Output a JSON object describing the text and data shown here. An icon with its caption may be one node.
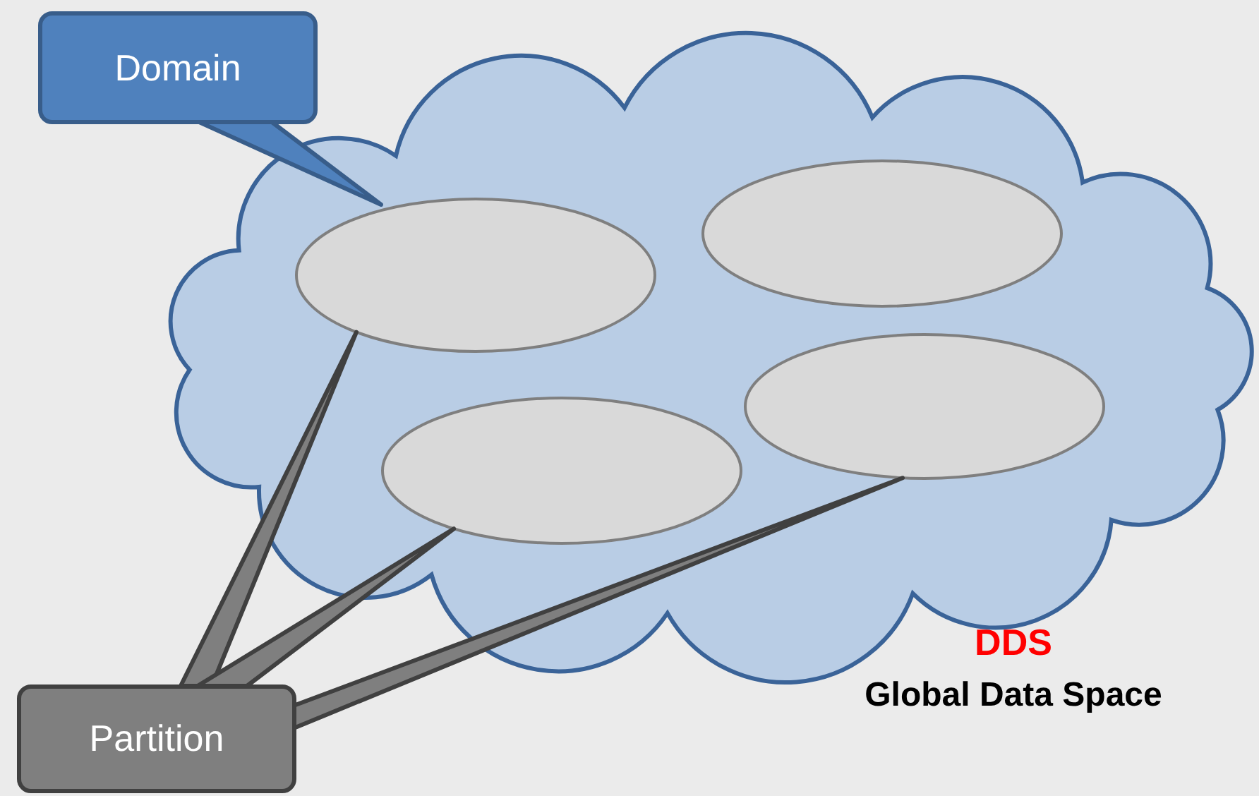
{
  "diagram": {
    "nodes": [
      {
        "text": [
          "Domain"
        ]
      },
      {
        "text": [],
        "shape": "cloud"
      },
      {
        "text": [],
        "shape": "ellipse",
        "in": 1
      },
      {
        "text": [],
        "shape": "ellipse",
        "in": 1
      },
      {
        "text": [],
        "shape": "ellipse",
        "in": 1
      },
      {
        "text": [],
        "shape": "ellipse",
        "in": 1
      },
      {
        "text": [
          "Partition"
        ]
      }
    ],
    "edges": [
      {
        "from": 0,
        "to": 1,
        "arrow": "none"
      },
      {
        "from": 6,
        "to": 2,
        "arrow": "none"
      },
      {
        "from": 6,
        "to": 4,
        "arrow": "none"
      },
      {
        "from": 6,
        "to": 5,
        "arrow": "none"
      }
    ],
    "labels": [
      "DDS",
      "Global Data Space"
    ]
  }
}
